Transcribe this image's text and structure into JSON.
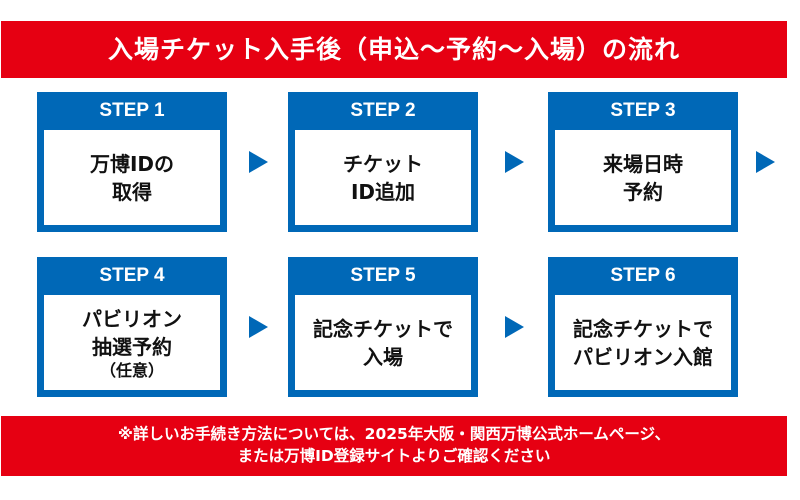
{
  "title": "入場チケット入手後（申込〜予約〜入場）の流れ",
  "steps": [
    {
      "label": "STEP 1",
      "lines": [
        "万博IDの",
        "取得"
      ],
      "note": ""
    },
    {
      "label": "STEP 2",
      "lines": [
        "チケット",
        "ID追加"
      ],
      "note": ""
    },
    {
      "label": "STEP 3",
      "lines": [
        "来場日時",
        "予約"
      ],
      "note": ""
    },
    {
      "label": "STEP 4",
      "lines": [
        "パビリオン",
        "抽選予約"
      ],
      "note": "（任意）"
    },
    {
      "label": "STEP 5",
      "lines": [
        "記念チケットで",
        "入場"
      ],
      "note": ""
    },
    {
      "label": "STEP 6",
      "lines": [
        "記念チケットで",
        "パビリオン入館"
      ],
      "note": ""
    }
  ],
  "arrow_icon": "triangle-right",
  "footer": {
    "line1": "※詳しいお手続き方法については、2025年大阪・関西万博公式ホームページ、",
    "line2": "または万博ID登録サイトよりご確認ください"
  },
  "colors": {
    "banner": "#e60012",
    "step": "#0068b7"
  }
}
